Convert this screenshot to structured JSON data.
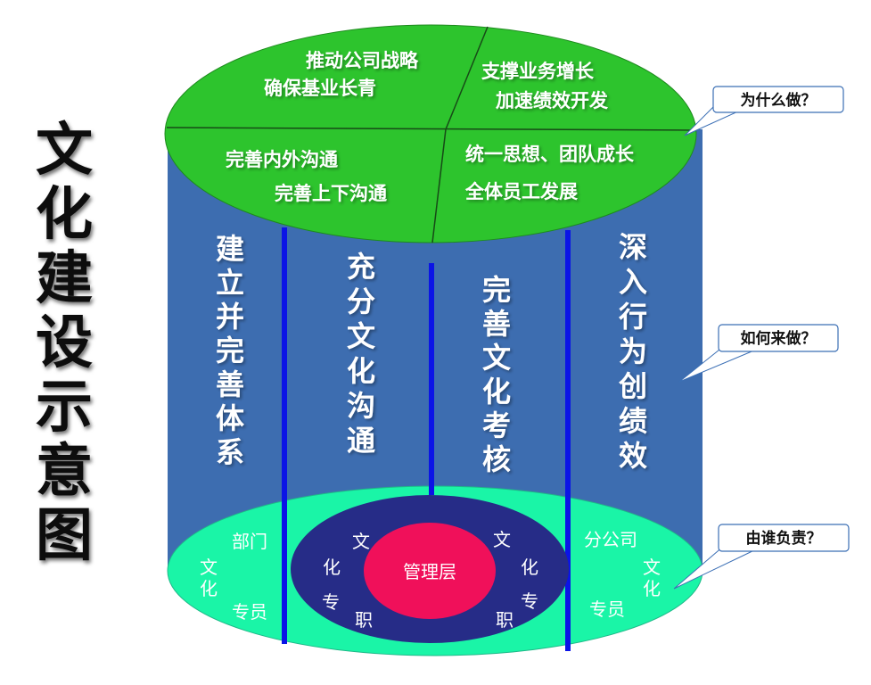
{
  "title": "文化建设示意图",
  "top_ellipse": {
    "segments": [
      {
        "lines": [
          "推动公司战略",
          "确保基业长青"
        ]
      },
      {
        "lines": [
          "支撑业务增长",
          "加速绩效开发"
        ]
      },
      {
        "lines": [
          "完善内外沟通",
          "完善上下沟通"
        ]
      },
      {
        "lines": [
          "统一思想、团队成长",
          "全体员工发展"
        ]
      }
    ]
  },
  "columns": [
    {
      "text": "建立并完善体系"
    },
    {
      "text": "充分文化沟通"
    },
    {
      "text": "完善文化考核"
    },
    {
      "text": "深入行为创绩效"
    }
  ],
  "bottom_ellipse": {
    "left": {
      "dept": "部门",
      "culture": "文化",
      "staff": "专员"
    },
    "right": {
      "dept": "分公司",
      "culture": "文化",
      "staff": "专员"
    },
    "core_ring_left": "文化专职",
    "core_ring_right": "文化专职",
    "core": "管理层"
  },
  "callouts": [
    {
      "text": "为什么做？"
    },
    {
      "text": "如何来做？"
    },
    {
      "text": "由谁负责？"
    }
  ],
  "colors": {
    "cylinder_body": "#3d6db0",
    "top_ellipse": "#2dc42d",
    "bottom_ellipse": "#1af5a7",
    "inner_ring": "#262c87",
    "core": "#f0105a",
    "divider_lines": "#0b14e6"
  }
}
